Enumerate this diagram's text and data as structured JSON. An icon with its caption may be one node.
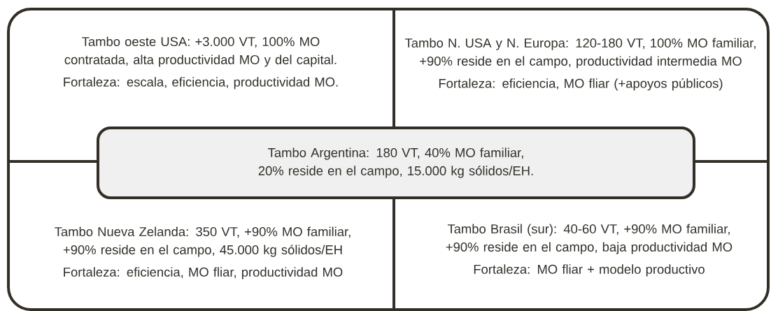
{
  "diagram": {
    "nodes": [
      {
        "text": [
          "Tambo oeste USA: +3.000 VT, 100% MO contratada, alta productividad MO y del capital.",
          "Fortaleza: escala, eficiencia, productividad MO."
        ]
      },
      {
        "text": [
          "Tambo N. USA y N. Europa: 120-180 VT, 100% MO familiar, +90% reside en el campo, productividad intermedia MO",
          "Fortaleza: eficiencia, MO fliar (+apoyos públicos)"
        ]
      },
      {
        "text": [
          "Tambo Argentina: 180 VT, 40% MO familiar, 20% reside en el campo, 15.000 kg sólidos/EH."
        ]
      },
      {
        "text": [
          "Tambo Nueva Zelanda: 350 VT, +90% MO familiar, +90% reside en el campo, 45.000 kg sólidos/EH",
          "Fortaleza: eficiencia, MO fliar, productividad MO"
        ]
      },
      {
        "text": [
          "Tambo Brasil (sur): 40-60 VT, +90% MO familiar, +90% reside en el campo, baja productividad MO",
          "Fortaleza: MO fliar + modelo productivo"
        ]
      }
    ]
  }
}
